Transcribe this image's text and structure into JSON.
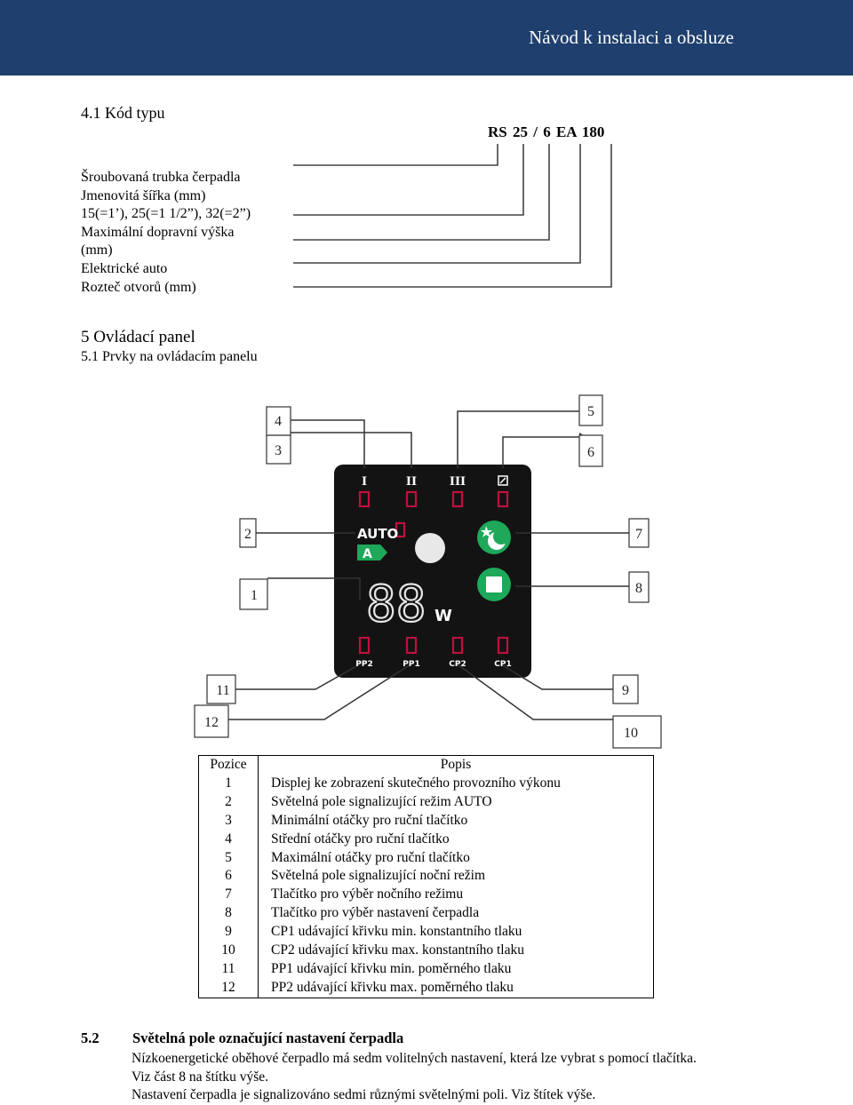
{
  "header": {
    "title": "Návod k instalaci a obsluze"
  },
  "section_41": {
    "heading": "4.1  Kód typu",
    "type_code": "RS  25 / 6    EA  180"
  },
  "code_descriptions": [
    "Šroubovaná trubka čerpadla",
    "Jmenovitá šířka (mm)",
    "15(=1’), 25(=1 1/2”), 32(=2”)",
    "Maximální dopravní výška",
    "(mm)",
    "Elektrické auto",
    "Rozteč otvorů (mm)"
  ],
  "section_5": {
    "heading": "5  Ovládací panel",
    "subheading": "5.1  Prvky na ovládacím panelu"
  },
  "panel": {
    "callouts": [
      "1",
      "2",
      "3",
      "4",
      "5",
      "6",
      "7",
      "8",
      "9",
      "10",
      "11",
      "12"
    ],
    "mode_labels": [
      "I",
      "II",
      "III"
    ],
    "auto_label": "AUTO",
    "auto_badge": "A",
    "display_digits": "88",
    "display_unit": "W",
    "bottom_labels": [
      "PP2",
      "PP1",
      "CP2",
      "CP1"
    ],
    "colors": {
      "panel": "#131313",
      "led_red": "#c0103e",
      "green": "#1ea85a",
      "white": "#ffffff"
    },
    "icons": [
      "moon-star-icon",
      "stop-square-icon",
      "night-indicator-icon"
    ]
  },
  "table": {
    "headers": [
      "Pozice",
      "Popis"
    ],
    "rows": [
      [
        "1",
        "Displej ke zobrazení skutečného provozního výkonu"
      ],
      [
        "2",
        "Světelná pole signalizující režim AUTO"
      ],
      [
        "3",
        "Minimální otáčky pro ruční tlačítko"
      ],
      [
        "4",
        "Střední otáčky pro ruční tlačítko"
      ],
      [
        "5",
        "Maximální otáčky pro ruční tlačítko"
      ],
      [
        "6",
        "Světelná pole signalizující noční režim"
      ],
      [
        "7",
        "Tlačítko pro výběr nočního režimu"
      ],
      [
        "8",
        "Tlačítko pro výběr nastavení čerpadla"
      ],
      [
        "9",
        "CP1 udávající křivku min. konstantního tlaku"
      ],
      [
        "10",
        "CP2 udávající křivku max. konstantního tlaku"
      ],
      [
        "11",
        "PP1 udávající křivku min. poměrného tlaku"
      ],
      [
        "12",
        "PP2 udávající křivku max. poměrného tlaku"
      ]
    ]
  },
  "section_52": {
    "number": "5.2",
    "heading": "Světelná pole označující nastavení čerpadla",
    "lines": [
      "Nízkoenergetické oběhové čerpadlo má sedm volitelných nastavení, která lze vybrat s pomocí tlačítka.",
      "Viz část 8 na štítku výše.",
      "Nastavení čerpadla je signalizováno sedmi různými světelnými poli. Viz štítek výše."
    ]
  }
}
